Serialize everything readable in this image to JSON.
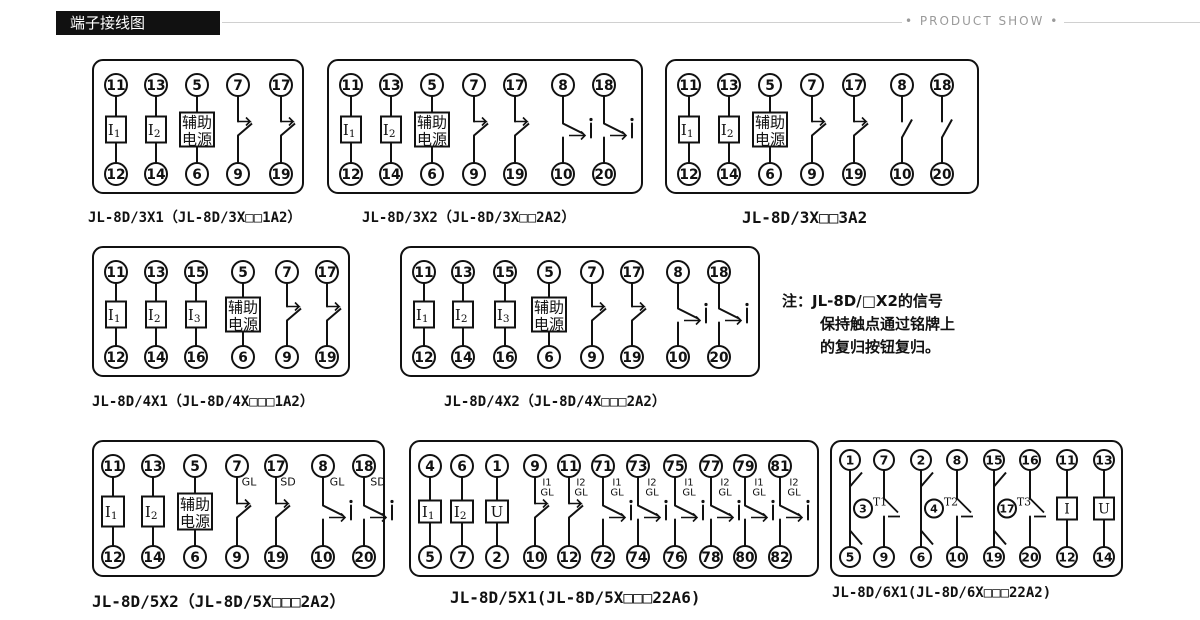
{
  "header": {
    "title": "端子接线图",
    "right": "• PRODUCT SHOW •"
  },
  "note": {
    "line1": "注：JL-8D/□X2的信号",
    "line2": "保持触点通过铭牌上",
    "line3": "的复归按钮复归。"
  },
  "panels": [
    {
      "id": "p1",
      "caption": "JL-8D/3X1（JL-8D/3X□□1A2）",
      "top": [
        "11",
        "13",
        "5",
        "7",
        "17"
      ],
      "bottom": [
        "12",
        "14",
        "6",
        "9",
        "19"
      ],
      "elements": [
        {
          "kind": "box",
          "text": "I1"
        },
        {
          "kind": "box",
          "text": "I2"
        },
        {
          "kind": "aux",
          "line1": "辅助",
          "line2": "电源"
        },
        {
          "kind": "contact"
        },
        {
          "kind": "contact"
        }
      ]
    },
    {
      "id": "p2",
      "caption": "JL-8D/3X2（JL-8D/3X□□2A2）",
      "top": [
        "11",
        "13",
        "5",
        "7",
        "17",
        "8",
        "18"
      ],
      "bottom": [
        "12",
        "14",
        "6",
        "9",
        "19",
        "10",
        "20"
      ],
      "elements": [
        {
          "kind": "box",
          "text": "I1"
        },
        {
          "kind": "box",
          "text": "I2"
        },
        {
          "kind": "aux",
          "line1": "辅助",
          "line2": "电源"
        },
        {
          "kind": "contact"
        },
        {
          "kind": "contact"
        },
        {
          "kind": "latch"
        },
        {
          "kind": "latch"
        }
      ]
    },
    {
      "id": "p3",
      "caption": "JL-8D/3X□□3A2",
      "top": [
        "11",
        "13",
        "5",
        "7",
        "17",
        "8",
        "18"
      ],
      "bottom": [
        "12",
        "14",
        "6",
        "9",
        "19",
        "10",
        "20"
      ],
      "elements": [
        {
          "kind": "box",
          "text": "I1"
        },
        {
          "kind": "box",
          "text": "I2"
        },
        {
          "kind": "aux",
          "line1": "辅助",
          "line2": "电源"
        },
        {
          "kind": "contact"
        },
        {
          "kind": "contact"
        },
        {
          "kind": "open"
        },
        {
          "kind": "open"
        }
      ]
    },
    {
      "id": "p4",
      "caption": "JL-8D/4X1（JL-8D/4X□□□1A2）",
      "top": [
        "11",
        "13",
        "15",
        "5",
        "7",
        "17"
      ],
      "bottom": [
        "12",
        "14",
        "16",
        "6",
        "9",
        "19"
      ],
      "elements": [
        {
          "kind": "box",
          "text": "I1"
        },
        {
          "kind": "box",
          "text": "I2"
        },
        {
          "kind": "box",
          "text": "I3"
        },
        {
          "kind": "aux",
          "line1": "辅助",
          "line2": "电源"
        },
        {
          "kind": "contact"
        },
        {
          "kind": "contact"
        }
      ]
    },
    {
      "id": "p5",
      "caption": "JL-8D/4X2（JL-8D/4X□□□2A2）",
      "top": [
        "11",
        "13",
        "15",
        "5",
        "7",
        "17",
        "8",
        "18"
      ],
      "bottom": [
        "12",
        "14",
        "16",
        "6",
        "9",
        "19",
        "10",
        "20"
      ],
      "elements": [
        {
          "kind": "box",
          "text": "I1"
        },
        {
          "kind": "box",
          "text": "I2"
        },
        {
          "kind": "box",
          "text": "I3"
        },
        {
          "kind": "aux",
          "line1": "辅助",
          "line2": "电源"
        },
        {
          "kind": "contact"
        },
        {
          "kind": "contact"
        },
        {
          "kind": "latch"
        },
        {
          "kind": "latch"
        }
      ]
    },
    {
      "id": "p6",
      "caption": "JL-8D/5X2（JL-8D/5X□□□2A2）",
      "top": [
        "11",
        "13",
        "5",
        "7",
        "17",
        "8",
        "18"
      ],
      "bottom": [
        "12",
        "14",
        "6",
        "9",
        "19",
        "10",
        "20"
      ],
      "elements": [
        {
          "kind": "box",
          "text": "I1"
        },
        {
          "kind": "box",
          "text": "I2"
        },
        {
          "kind": "aux",
          "line1": "辅助",
          "line2": "电源"
        },
        {
          "kind": "contact",
          "label": "GL"
        },
        {
          "kind": "contact",
          "label": "SD"
        },
        {
          "kind": "latch",
          "label": "GL"
        },
        {
          "kind": "latch",
          "label": "SD"
        }
      ]
    },
    {
      "id": "p7",
      "caption": "JL-8D/5X1(JL-8D/5X□□□22A6)",
      "top": [
        "4",
        "6",
        "1",
        "9",
        "11",
        "71",
        "73",
        "75",
        "77",
        "79",
        "81"
      ],
      "bottom": [
        "5",
        "7",
        "2",
        "10",
        "12",
        "72",
        "74",
        "76",
        "78",
        "80",
        "82"
      ],
      "elements": [
        {
          "kind": "box",
          "text": "I1"
        },
        {
          "kind": "box",
          "text": "I2"
        },
        {
          "kind": "box",
          "text": "U"
        },
        {
          "kind": "contact",
          "label": "I1 GL"
        },
        {
          "kind": "contact",
          "label": "I2 GL"
        },
        {
          "kind": "latch",
          "label": "I1 GL"
        },
        {
          "kind": "latch",
          "label": "I2 GL"
        },
        {
          "kind": "latch",
          "label": "I1 GL"
        },
        {
          "kind": "latch",
          "label": "I2 GL"
        },
        {
          "kind": "latch",
          "label": "I1 GL"
        },
        {
          "kind": "latch",
          "label": "I2 GL"
        }
      ]
    },
    {
      "id": "p8",
      "caption": "JL-8D/6X1(JL-8D/6X□□□22A2)",
      "top": [
        "1",
        "7",
        "2",
        "8",
        "15",
        "16",
        "11",
        "13"
      ],
      "bottom": [
        "5",
        "9",
        "6",
        "10",
        "19",
        "20",
        "12",
        "14"
      ],
      "mid": [
        "3",
        "4",
        "17"
      ],
      "timers": [
        "T1",
        "T2",
        "T3"
      ],
      "elements": [
        {
          "kind": "box",
          "text": "I"
        },
        {
          "kind": "box",
          "text": "U"
        }
      ]
    }
  ]
}
